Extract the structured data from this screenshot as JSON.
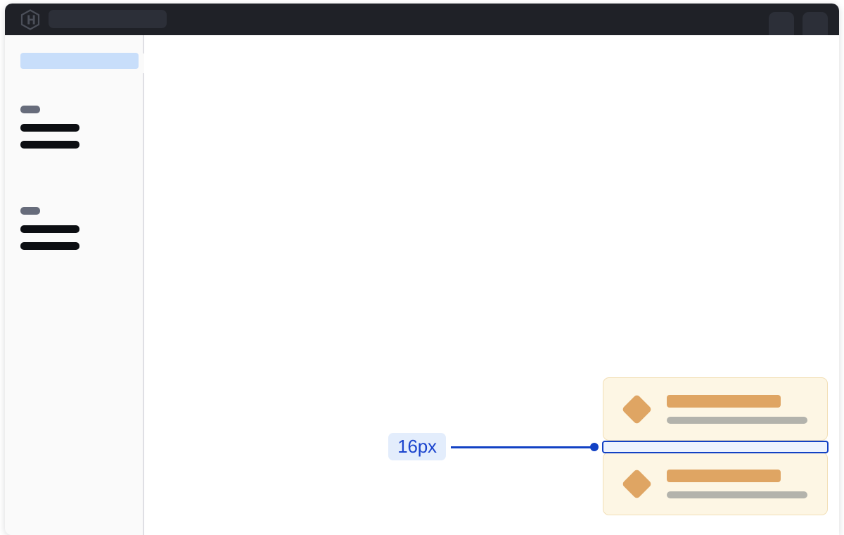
{
  "window": {
    "name": "design-canvas-window"
  },
  "header": {
    "logo_icon": "hashicorp-hexagon-logo-icon",
    "search": {
      "placeholder": "",
      "value": ""
    },
    "actions": [
      {
        "icon": "header-action-placeholder-1"
      },
      {
        "icon": "header-action-placeholder-2"
      }
    ]
  },
  "sidebar": {
    "collapse_tab_icon": "sidebar-collapse-tab-icon",
    "search": {
      "placeholder": "",
      "value": ""
    },
    "groups": [
      {
        "label": "",
        "items": [
          {
            "label": ""
          },
          {
            "label": ""
          }
        ]
      },
      {
        "label": "",
        "items": [
          {
            "label": ""
          },
          {
            "label": ""
          }
        ]
      }
    ]
  },
  "canvas": {
    "cards": [
      {
        "icon": "diamond-icon",
        "title": "",
        "subtitle": ""
      },
      {
        "icon": "diamond-icon",
        "title": "",
        "subtitle": ""
      }
    ],
    "measurement": {
      "label": "16px",
      "value": 16,
      "unit": "px",
      "axis": "vertical-gap",
      "accent_color": "#1241C4",
      "label_background": "#E3EDFC",
      "fill_color": "#EDF3FE"
    }
  },
  "colors": {
    "header_bg": "#1F2127",
    "sidebar_bg": "#FAFAFA",
    "sidebar_border": "#DFDFE4",
    "sidebar_highlight": "#C8DEFA",
    "nav_label": "#676C7B",
    "nav_item": "#0C0E12",
    "card_bg": "#FDF6E4",
    "card_border": "#F2DFB6",
    "card_accent": "#DFA563",
    "card_muted": "#B3B3AC",
    "measure_accent": "#1241C4"
  }
}
